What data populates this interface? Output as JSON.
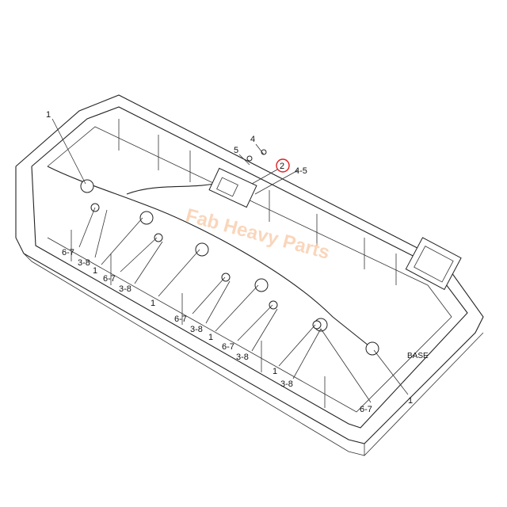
{
  "diagram": {
    "callouts": [
      {
        "id": "c1",
        "text": "1"
      },
      {
        "id": "c5",
        "text": "5"
      },
      {
        "id": "c4",
        "text": "4"
      },
      {
        "id": "c2",
        "text": "2",
        "highlighted": true
      },
      {
        "id": "c45",
        "text": "4-5"
      },
      {
        "id": "l67a",
        "text": "6-7"
      },
      {
        "id": "l38a",
        "text": "3-8"
      },
      {
        "id": "l1a",
        "text": "1"
      },
      {
        "id": "l67b",
        "text": "6-7"
      },
      {
        "id": "l38b",
        "text": "3-8"
      },
      {
        "id": "l1b",
        "text": "1"
      },
      {
        "id": "m67a",
        "text": "6-7"
      },
      {
        "id": "m38a",
        "text": "3-8"
      },
      {
        "id": "m1a",
        "text": "1"
      },
      {
        "id": "m67b",
        "text": "6-7"
      },
      {
        "id": "m38b",
        "text": "3-8"
      },
      {
        "id": "r1a",
        "text": "1"
      },
      {
        "id": "r38a",
        "text": "3-8"
      },
      {
        "id": "r67",
        "text": "6-7"
      },
      {
        "id": "r1b",
        "text": "1"
      }
    ],
    "base_label": "BASE",
    "watermark": "Fab Heavy Parts",
    "highlight_color": "#e02020"
  }
}
